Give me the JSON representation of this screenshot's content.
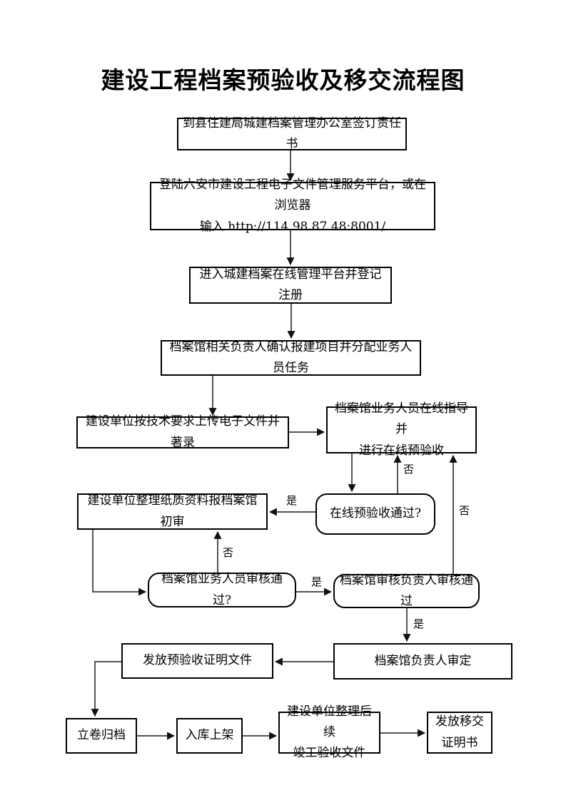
{
  "title": "建设工程档案预验收及移交流程图",
  "nodes": {
    "sign_responsibility": "到县住建局城建档案管理办公室签订责任书",
    "login_platform": "登陆六安市建设工程电子文件管理服务平台，或在浏览器\n输入 http://114.98.87.48:8001/",
    "register": "进入城建档案在线管理平台并登记注册",
    "confirm_project": "档案馆相关负责人确认报建项目并分配业务人员任务",
    "upload_files": "建设单位按技术要求上传电子文件并著录",
    "online_guidance": "档案馆业务人员在线指导并\n进行在线预验收",
    "online_check_pass": "在线预验收通过?",
    "paper_initial_review": "建设单位整理纸质资料报档案馆初审",
    "staff_review_pass": "档案馆业务人员审核通过?",
    "review_leader_pass": "档案馆审核负责人审核通过",
    "director_approval": "档案馆负责人审定",
    "issue_certificate": "发放预验收证明文件",
    "filing": "立卷归档",
    "shelving": "入库上架",
    "followup_files": "建设单位整理后续\n竣工验收文件",
    "transfer_certificate": "发放移交\n证明书"
  },
  "edge_labels": {
    "yes": "是",
    "no": "否"
  },
  "colors": {
    "line": "#1a1a1a",
    "text": "#000000",
    "background": "#ffffff"
  }
}
